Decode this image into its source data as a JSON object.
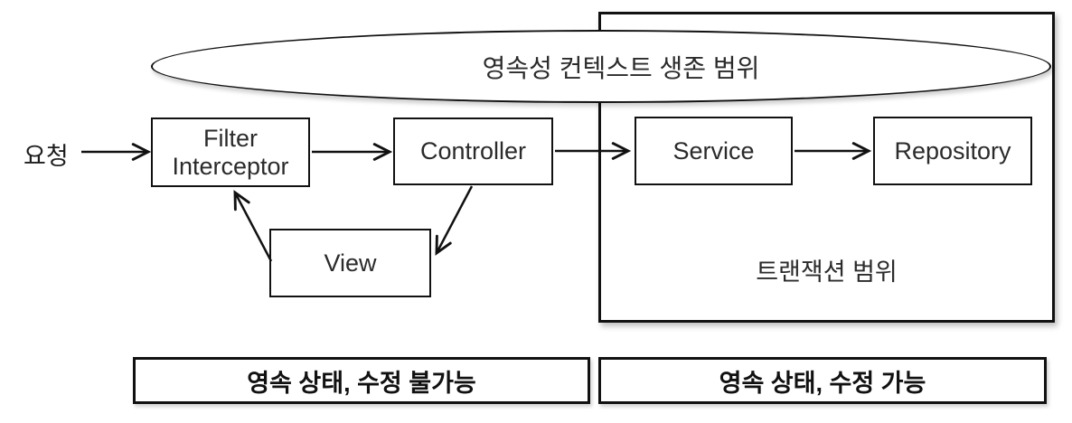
{
  "colors": {
    "background": "#ffffff",
    "line": "#111111",
    "text": "#2b2b2b"
  },
  "request_label": "요청",
  "persistence_ellipse": {
    "label": "영속성 컨텍스트 생존 범위"
  },
  "nodes": {
    "filter_interceptor": {
      "line1": "Filter",
      "line2": "Interceptor"
    },
    "controller": {
      "label": "Controller"
    },
    "service": {
      "label": "Service"
    },
    "repository": {
      "label": "Repository"
    },
    "view": {
      "label": "View"
    }
  },
  "transaction_scope": {
    "label": "트랜잭션 범위"
  },
  "legend": {
    "left": "영속 상태, 수정 불가능",
    "right": "영속 상태, 수정 가능"
  },
  "edges": [
    {
      "from": "요청",
      "to": "Filter/Interceptor"
    },
    {
      "from": "Filter/Interceptor",
      "to": "Controller"
    },
    {
      "from": "Controller",
      "to": "Service"
    },
    {
      "from": "Service",
      "to": "Repository"
    },
    {
      "from": "Controller",
      "to": "View"
    },
    {
      "from": "View",
      "to": "Filter/Interceptor"
    }
  ]
}
